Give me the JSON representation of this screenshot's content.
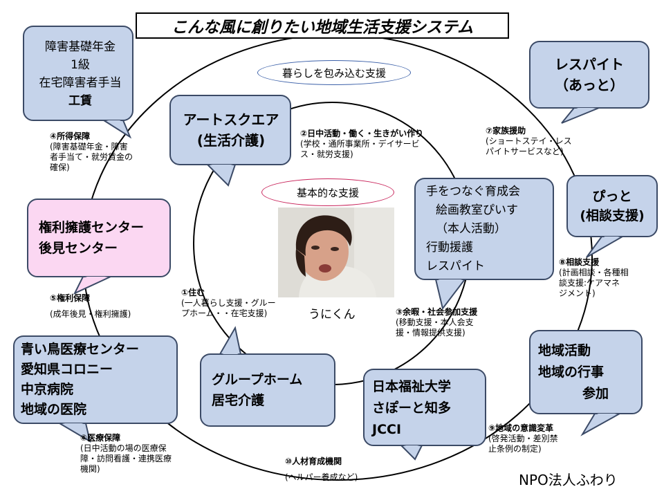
{
  "title": "こんな風に創りたい地域生活支援システム",
  "outer_circle_label": "暮らしを包み込む支援",
  "inner_circle_label": "基本的な支援",
  "photo_caption": "うにくん",
  "organization": "NPO法人ふわり",
  "bubbles": [
    {
      "id": "income",
      "lines": [
        "障害基礎年金",
        "1級",
        "在宅障害者手当",
        "工賃"
      ],
      "fill": "#c5d3ea"
    },
    {
      "id": "art-square",
      "lines": [
        "アートスクエア",
        "(生活介護)"
      ],
      "fill": "#c5d3ea"
    },
    {
      "id": "respite",
      "lines": [
        "レスパイト",
        "（あっと）"
      ],
      "fill": "#c5d3ea"
    },
    {
      "id": "pitto",
      "lines": [
        "ぴっと",
        "(相談支援)"
      ],
      "fill": "#c5d3ea"
    },
    {
      "id": "ikuseikai",
      "lines": [
        "手をつなぐ育成会",
        "絵画教室ぴいす",
        "（本人活動）",
        "行動援護",
        "レスパイト"
      ],
      "fill": "#c5d3ea"
    },
    {
      "id": "advocacy",
      "lines": [
        "権利擁護センター",
        "後見センター"
      ],
      "fill": "#fbd7f2"
    },
    {
      "id": "medical",
      "lines": [
        "青い鳥医療センター",
        "愛知県コロニー",
        "中京病院",
        "地域の医院"
      ],
      "fill": "#c5d3ea"
    },
    {
      "id": "grouphome",
      "lines": [
        "グループホーム",
        "居宅介護"
      ],
      "fill": "#c5d3ea"
    },
    {
      "id": "university",
      "lines": [
        "日本福祉大学",
        "さぽーと知多",
        "JCCI"
      ],
      "fill": "#c5d3ea"
    },
    {
      "id": "community",
      "lines": [
        "地域活動",
        "地域の行事",
        "参加"
      ],
      "fill": "#c5d3ea"
    }
  ],
  "labels": [
    {
      "id": "income",
      "head": "④所得保障",
      "desc": "(障害基礎年金・障害\n者手当て・就労賃金の\n確保)"
    },
    {
      "id": "daytime",
      "head": "②日中活動・働く・生きがい作り",
      "desc": "(学校・通所事業所・デイサービ\nス・就労支援)"
    },
    {
      "id": "family",
      "head": "⑦家族援助",
      "desc": "(ショートステイ・レス\nパイトサービスなど)"
    },
    {
      "id": "consult",
      "head": "⑧相談支援",
      "desc": "(計画相談・各種相\n談支援:ケアマネ\nジメント)"
    },
    {
      "id": "leisure",
      "head": "③余暇・社会参加支援",
      "desc": "(移動支援・本人会支\n援・情報提供支援)"
    },
    {
      "id": "housing",
      "head": "①住む",
      "desc": "(一人暮らし支援・グルー\nプホーム・・在宅支援)"
    },
    {
      "id": "rights",
      "head": "⑤権利保障",
      "desc": "(成年後見・権利擁護)"
    },
    {
      "id": "medical",
      "head": "⑥医療保障",
      "desc": "(日中活動の場の医療保\n障・訪問看護・連携医療\n機関)"
    },
    {
      "id": "awareness",
      "head": "⑨地域の意識変革",
      "desc": "(啓発活動・差別禁\n止条例の制定)"
    },
    {
      "id": "training",
      "head": "⑩人材育成機関",
      "desc": "(ヘルパー養成など)"
    }
  ]
}
